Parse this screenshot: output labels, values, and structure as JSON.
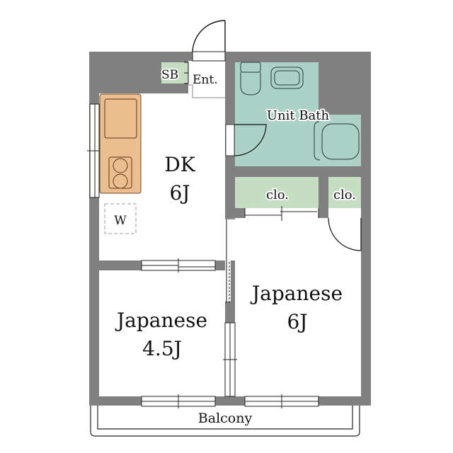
{
  "plan": {
    "type": "apartment-floor-plan",
    "layout": "2DK",
    "colors": {
      "wall": "#808080",
      "bath": "#acd2c8",
      "closet": "#c5ddc1",
      "kitchen": "#ecbd8f",
      "floor": "#ffffff",
      "line": "#222222"
    },
    "rooms": {
      "dk": {
        "name": "DK",
        "size": "6J"
      },
      "bath": {
        "name": "Unit Bath"
      },
      "entrance": {
        "name": "Ent."
      },
      "shoebox": {
        "name": "SB"
      },
      "closet_left": {
        "name": "clo."
      },
      "closet_right": {
        "name": "clo."
      },
      "japanese_left": {
        "name": "Japanese",
        "size": "4.5J"
      },
      "japanese_right": {
        "name": "Japanese",
        "size": "6J"
      },
      "balcony": {
        "name": "Balcony"
      },
      "washer": {
        "name": "W"
      }
    }
  }
}
